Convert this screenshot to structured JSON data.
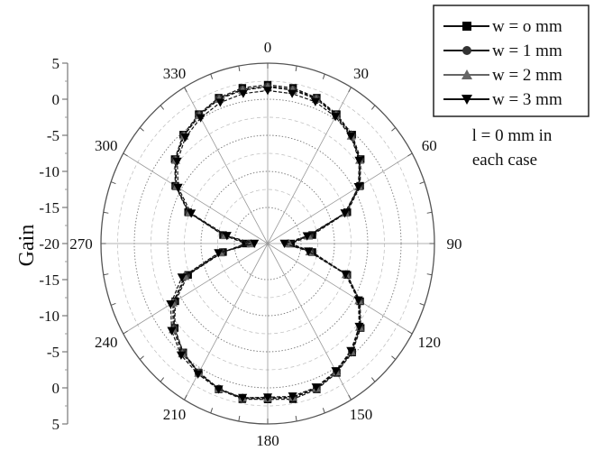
{
  "chart_data": {
    "type": "polar-line",
    "ylabel": "Gain",
    "radial_range": [
      -20,
      5
    ],
    "radial_ticks": [
      5,
      0,
      -5,
      -10,
      -15,
      -20,
      -15,
      -10,
      -5,
      0,
      5
    ],
    "angle_ticks": [
      "0",
      "30",
      "60",
      "90",
      "120",
      "150",
      "180",
      "210",
      "240",
      "270",
      "300",
      "330"
    ],
    "angles": [
      0,
      10,
      20,
      30,
      40,
      50,
      60,
      70,
      80,
      90,
      100,
      110,
      120,
      130,
      140,
      150,
      160,
      170,
      180,
      190,
      200,
      210,
      220,
      230,
      240,
      250,
      260,
      270,
      280,
      290,
      300,
      310,
      320,
      330,
      340,
      350
    ],
    "series": [
      {
        "name": "w = o mm",
        "marker": "square",
        "color": "#000000",
        "values": [
          2.0,
          1.9,
          1.5,
          0.7,
          -0.3,
          -1.8,
          -4.0,
          -7.3,
          -13.2,
          -16.5,
          -13.2,
          -7.3,
          -4.0,
          -1.8,
          -0.3,
          0.7,
          1.5,
          1.9,
          1.6,
          1.9,
          1.5,
          0.7,
          -0.3,
          -1.8,
          -4.0,
          -7.3,
          -13.2,
          -16.7,
          -13.2,
          -7.3,
          -4.0,
          -1.8,
          -0.3,
          0.7,
          1.5,
          1.9
        ]
      },
      {
        "name": "w = 1 mm",
        "marker": "circle",
        "color": "#333333",
        "values": [
          1.8,
          1.7,
          1.4,
          0.6,
          -0.4,
          -1.9,
          -4.1,
          -7.5,
          -13.6,
          -17.0,
          -13.5,
          -7.4,
          -4.1,
          -1.9,
          -0.4,
          0.6,
          1.4,
          1.7,
          1.5,
          1.8,
          1.4,
          0.6,
          -0.3,
          -1.7,
          -3.8,
          -7.0,
          -13.0,
          -17.2,
          -13.4,
          -7.4,
          -4.1,
          -1.9,
          -0.4,
          0.6,
          1.4,
          1.7
        ]
      },
      {
        "name": "w = 2 mm",
        "marker": "triangle-up",
        "color": "#666666",
        "values": [
          1.7,
          1.6,
          1.3,
          0.5,
          -0.5,
          -2.0,
          -4.2,
          -7.6,
          -13.8,
          -16.8,
          -13.6,
          -7.5,
          -4.2,
          -2.0,
          -0.5,
          0.5,
          1.3,
          1.6,
          1.4,
          1.7,
          1.4,
          0.7,
          -0.1,
          -1.5,
          -3.6,
          -6.8,
          -12.8,
          -17.5,
          -13.5,
          -7.5,
          -4.2,
          -2.0,
          -0.5,
          0.5,
          1.3,
          1.6
        ]
      },
      {
        "name": "w = 3 mm",
        "marker": "triangle-down",
        "color": "#000000",
        "values": [
          1.2,
          1.1,
          0.9,
          0.3,
          -0.6,
          -2.1,
          -4.3,
          -7.7,
          -14.0,
          -17.5,
          -13.8,
          -7.6,
          -4.3,
          -2.1,
          -0.6,
          0.4,
          1.2,
          1.5,
          1.3,
          1.7,
          1.5,
          0.9,
          0.2,
          -1.2,
          -3.2,
          -6.3,
          -12.5,
          -18.0,
          -13.8,
          -7.8,
          -4.5,
          -2.3,
          -0.8,
          0.1,
          0.8,
          1.1
        ]
      }
    ],
    "legend_position": "top-right",
    "annotation_line1": "l = 0 mm in",
    "annotation_line2": "each case",
    "grid": true
  }
}
